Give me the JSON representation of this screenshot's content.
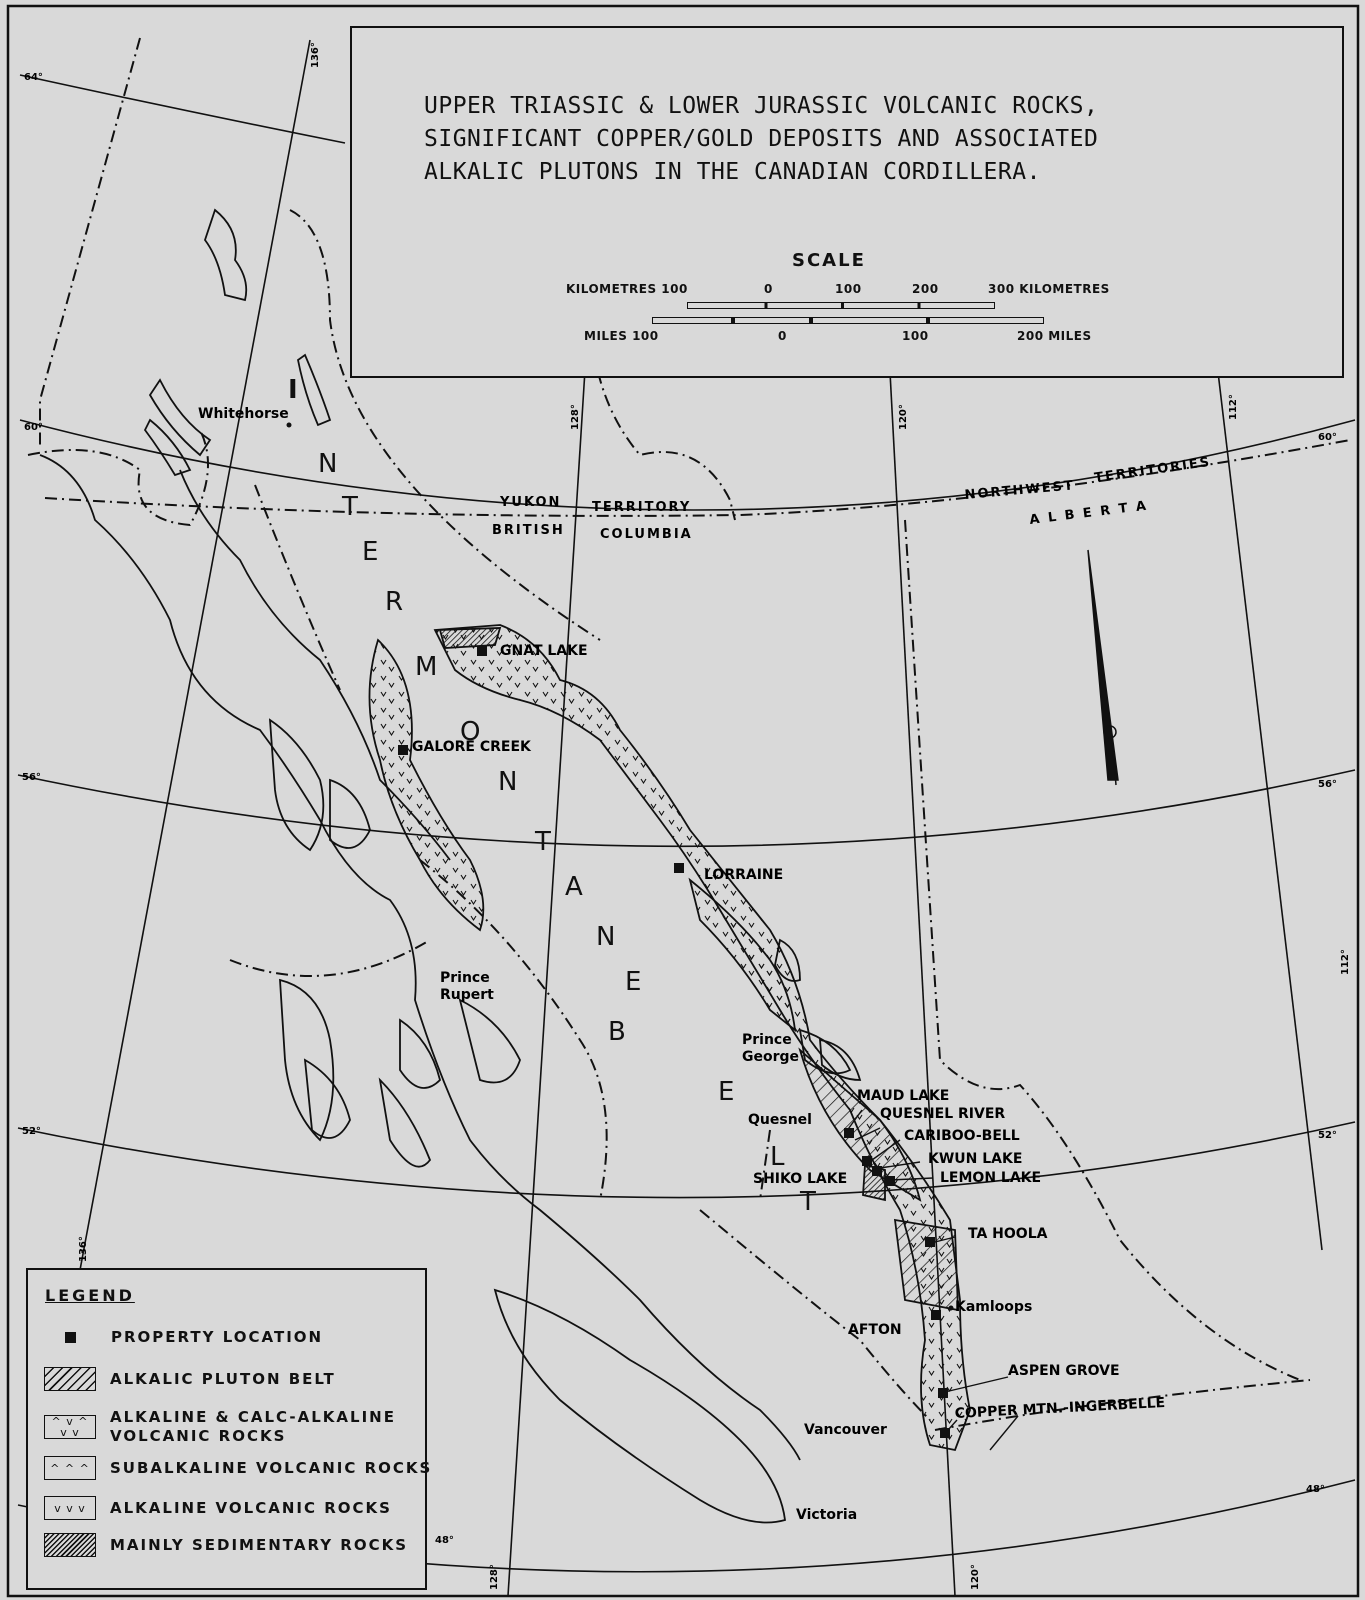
{
  "title": {
    "line1": "UPPER TRIASSIC & LOWER JURASSIC VOLCANIC ROCKS,",
    "line2": "SIGNIFICANT COPPER/GOLD DEPOSITS AND ASSOCIATED",
    "line3": "ALKALIC PLUTONS IN THE CANADIAN CORDILLERA."
  },
  "scale": {
    "heading": "SCALE",
    "km_left": "KILOMETRES 100",
    "km_0": "0",
    "km_100": "100",
    "km_200": "200",
    "km_right": "300 KILOMETRES",
    "mi_left": "MILES 100",
    "mi_0": "0",
    "mi_100": "100",
    "mi_right": "200 MILES"
  },
  "graticule": {
    "lat64": "64°",
    "lat60w": "60°",
    "lat60e": "60°",
    "lat56w": "56°",
    "lat56e": "56°",
    "lat52w": "52°",
    "lat52e": "52°",
    "lat48w": "48°",
    "lat48e": "48°",
    "lon136n": "136°",
    "lon136s": "136°",
    "lon128n": "128°",
    "lon128s": "128°",
    "lon120n": "120°",
    "lon120s": "120°",
    "lon112n": "112°",
    "lon112e": "112°"
  },
  "regions": {
    "yukon": "YUKON",
    "territory": "TERRITORY",
    "british": "BRITISH",
    "columbia": "COLUMBIA",
    "northwest": "NORTHWEST",
    "territories": "TERRITORIES",
    "alberta": "A L B E R T A"
  },
  "belt": [
    "I",
    "N",
    "T",
    "E",
    "R",
    "M",
    "O",
    "N",
    "T",
    "A",
    "N",
    "E",
    "B",
    "E",
    "L",
    "T"
  ],
  "cities": {
    "whitehorse": "Whitehorse",
    "prince_rupert_1": "Prince",
    "prince_rupert_2": "Rupert",
    "prince_george_1": "Prince",
    "prince_george_2": "George",
    "quesnel": "Quesnel",
    "kamloops": "Kamloops",
    "vancouver": "Vancouver",
    "victoria": "Victoria"
  },
  "properties": {
    "gnat_lake": "GNAT LAKE",
    "galore_creek": "GALORE CREEK",
    "lorraine": "LORRAINE",
    "maud_lake": "MAUD LAKE",
    "quesnel_river": "QUESNEL RIVER",
    "cariboo_bell": "CARIBOO-BELL",
    "kwun_lake": "KWUN LAKE",
    "lemon_lake": "LEMON LAKE",
    "shiko_lake": "SHIKO LAKE",
    "ta_hoola": "TA HOOLA",
    "afton": "AFTON",
    "aspen_grove": "ASPEN GROVE",
    "copper_mtn": "COPPER MTN.-INGERBELLE"
  },
  "legend": {
    "title": "LEGEND",
    "property": "PROPERTY LOCATION",
    "pluton": "ALKALIC PLUTON BELT",
    "alk_calc_1": "ALKALINE & CALC-ALKALINE",
    "alk_calc_2": "VOLCANIC ROCKS",
    "subalkaline": "SUBALKALINE VOLCANIC ROCKS",
    "alkaline": "ALKALINE VOLCANIC ROCKS",
    "sedimentary": "MAINLY SEDIMENTARY ROCKS"
  },
  "colors": {
    "paper": "#d9d9d9",
    "ink": "#111111"
  }
}
